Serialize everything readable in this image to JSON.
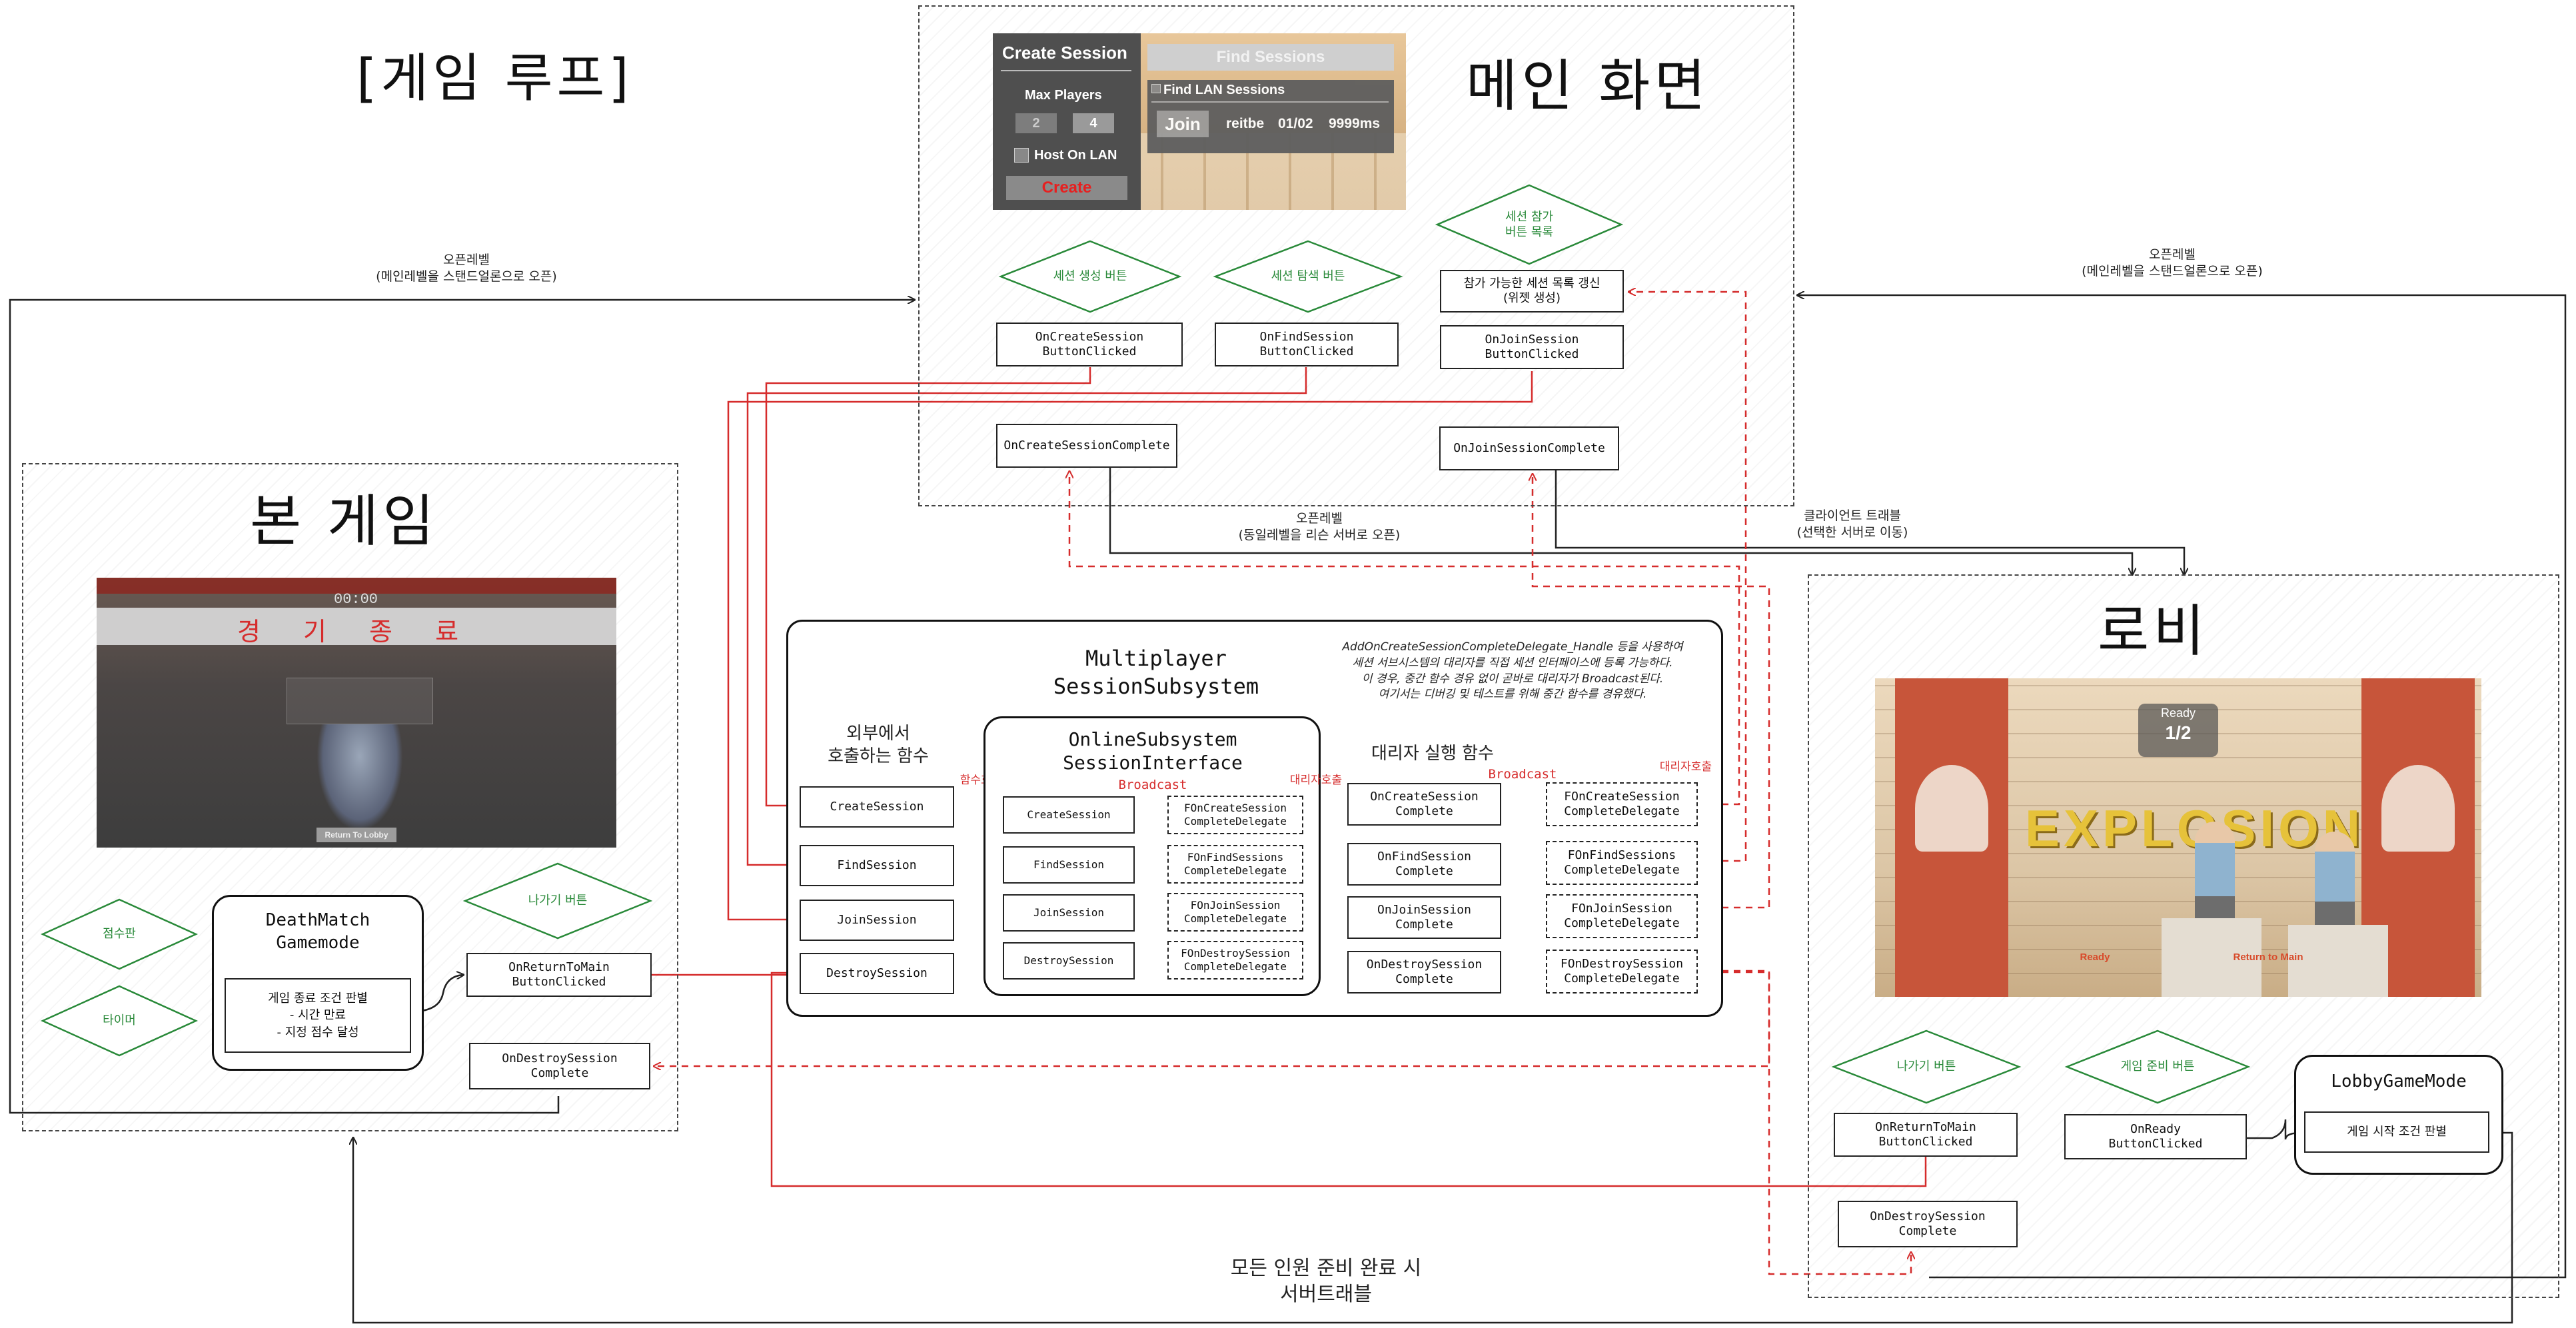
{
  "loop_title": "[게임 루프]",
  "main_screen": {
    "title": "메인 화면",
    "ui": {
      "create_session_title": "Create Session",
      "max_players_label": "Max Players",
      "player_option_a": "2",
      "player_option_b": "4",
      "host_on_lan_label": "Host On LAN",
      "create_button": "Create",
      "find_sessions_button": "Find Sessions",
      "find_lan_label": "Find LAN Sessions",
      "join_button": "Join",
      "result_name": "reitbe",
      "result_players": "01/02",
      "result_ping": "9999ms"
    },
    "decisions": {
      "create": "세션 생성 버튼",
      "find": "세션 탐색 버튼",
      "join": "세션 참가\n버튼 목록"
    },
    "boxes": {
      "on_create_clicked": "OnCreateSession\nButtonClicked",
      "on_find_clicked": "OnFindSession\nButtonClicked",
      "refresh_list": "참가 가능한 세션 목록 갱신\n(위젯 생성)",
      "on_join_clicked": "OnJoinSession\nButtonClicked",
      "on_create_complete": "OnCreateSessionComplete",
      "on_join_complete": "OnJoinSessionComplete"
    }
  },
  "main_game": {
    "title": "본 게임",
    "screenshot": {
      "banner": "경 기 종 료",
      "timer": "00:00",
      "return_label": "Return To Lobby"
    },
    "decisions": {
      "scoreboard": "점수판",
      "timer": "타이머",
      "exit_button": "나가기 버튼"
    },
    "deathmatch_title": "DeathMatch\nGamemode",
    "end_condition": "게임 종료 조건 판별\n- 시간 만료\n- 지정 점수 달성",
    "on_return_clicked": "OnReturnToMain\nButtonClicked",
    "on_destroy_complete": "OnDestroySession\nComplete"
  },
  "lobby": {
    "title": "로비",
    "screenshot": {
      "ready_label": "Ready",
      "ready_count": "1/2",
      "explosion_text": "EXPLOSION",
      "ready_button": "Ready",
      "return_button": "Return to Main"
    },
    "decisions": {
      "exit_button": "나가기 버튼",
      "ready_button": "게임 준비 버튼"
    },
    "on_return_clicked": "OnReturnToMain\nButtonClicked",
    "on_ready_clicked": "OnReady\nButtonClicked",
    "lobby_gamemode_title": "LobbyGameMode",
    "start_condition": "게임 시작 조건 판별",
    "on_destroy_complete": "OnDestroySession\nComplete"
  },
  "subsystem": {
    "title": "Multiplayer\nSessionSubsystem",
    "note": "AddOnCreateSessionCompleteDelegate_Handle 등을 사용하여\n세션 서브시스템의 대리자를 직접 세션 인터페이스에 등록 가능하다.\n이 경우, 중간 함수 경유 없이 곧바로 대리자가 Broadcast된다.\n여기서는 디버깅 및 테스트를 위해 중간 함수를 경유했다.",
    "external_label": "외부에서\n호출하는 함수",
    "interface_title": "OnlineSubsystem\nSessionInterface",
    "delegate_label": "대리자 실행 함수",
    "call_label": "함수호출",
    "broadcast_label": "Broadcast",
    "delegate_call_label": "대리자호출",
    "broadcast_label_2": "Broadcast",
    "delegate_call_label_2": "대리자호출",
    "external_functions": [
      "CreateSession",
      "FindSession",
      "JoinSession",
      "DestroySession"
    ],
    "interface_functions": [
      "CreateSession",
      "FindSession",
      "JoinSession",
      "DestroySession"
    ],
    "interface_delegates": [
      "FOnCreateSession\nCompleteDelegate",
      "FOnFindSessions\nCompleteDelegate",
      "FOnJoinSession\nCompleteDelegate",
      "FOnDestroySession\nCompleteDelegate"
    ],
    "complete_functions": [
      "OnCreateSession\nComplete",
      "OnFindSession\nComplete",
      "OnJoinSession\nComplete",
      "OnDestroySession\nComplete"
    ],
    "subsystem_delegates": [
      "FOnCreateSession\nCompleteDelegate",
      "FOnFindSessions\nCompleteDelegate",
      "FOnJoinSession\nCompleteDelegate",
      "FOnDestroySession\nCompleteDelegate"
    ]
  },
  "edge_labels": {
    "open_level_left": "오픈레벨\n(메인레벨을 스탠드얼론으로 오픈)",
    "open_level_right": "오픈레벨\n(메인레벨을 스탠드얼론으로 오픈)",
    "open_level_listen": "오픈레벨\n(동일레벨을 리슨 서버로 오픈)",
    "client_travel": "클라이언트 트래블\n(선택한 서버로 이동)",
    "server_travel": "모든 인원 준비 완료 시\n서버트래블"
  },
  "colors": {
    "flow_red": "#d62c2c",
    "decision_green": "#2a8a3a",
    "flow_black": "#222222"
  }
}
